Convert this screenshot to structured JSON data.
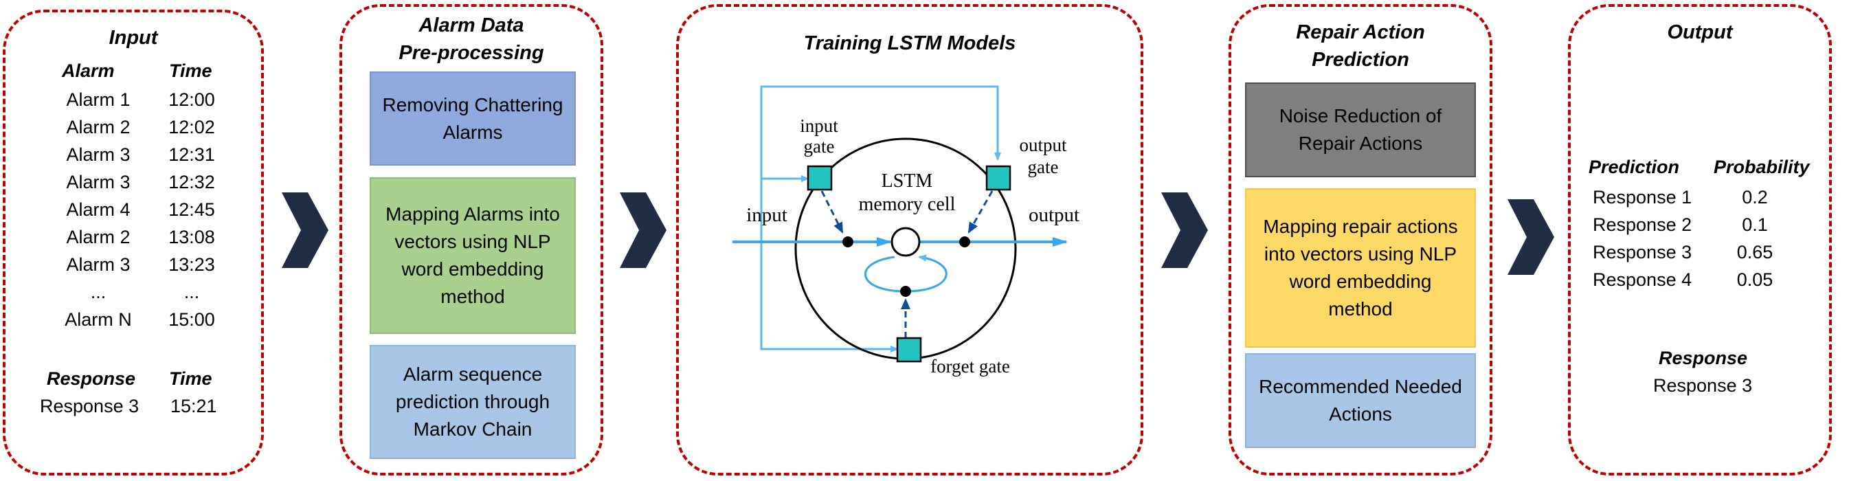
{
  "colors": {
    "border": "#c00000",
    "arrow": "#1f2e45",
    "blue": "#8ea9db",
    "green": "#a9d18e",
    "lightblue": "#a8c6e8",
    "gray": "#7f7f7f",
    "orange": "#ffd966",
    "diagram_line": "#5bb8f0",
    "gate_fill": "#22c5c2",
    "dashed_arrow": "#0d4f94"
  },
  "input": {
    "title": "Input",
    "alarm_header": "Alarm",
    "time_header": "Time",
    "rows": [
      {
        "alarm": "Alarm 1",
        "time": "12:00"
      },
      {
        "alarm": "Alarm 2",
        "time": "12:02"
      },
      {
        "alarm": "Alarm 3",
        "time": "12:31"
      },
      {
        "alarm": "Alarm 3",
        "time": "12:32"
      },
      {
        "alarm": "Alarm 4",
        "time": "12:45"
      },
      {
        "alarm": "Alarm 2",
        "time": "13:08"
      },
      {
        "alarm": "Alarm 3",
        "time": "13:23"
      },
      {
        "alarm": "...",
        "time": "..."
      },
      {
        "alarm": "Alarm N",
        "time": "15:00"
      }
    ],
    "response_header": "Response",
    "response_time_header": "Time",
    "response": "Response 3",
    "response_time": "15:21"
  },
  "preprocessing": {
    "title_line1": "Alarm Data",
    "title_line2": "Pre-processing",
    "box1": "Removing Chattering Alarms",
    "box2": "Mapping Alarms into vectors using NLP word embedding method",
    "box3": "Alarm sequence prediction through Markov Chain"
  },
  "training": {
    "title": "Training LSTM Models",
    "input_gate_1": "input",
    "input_gate_2": "gate",
    "output_gate_1": "output",
    "output_gate_2": "gate",
    "cell_1": "LSTM",
    "cell_2": "memory cell",
    "input": "input",
    "output": "output",
    "forget_gate": "forget gate"
  },
  "repair": {
    "title_line1": "Repair Action",
    "title_line2": "Prediction",
    "box1": "Noise Reduction of Repair Actions",
    "box2": "Mapping repair actions into vectors using NLP word embedding method",
    "box3": "Recommended Needed Actions"
  },
  "output": {
    "title": "Output",
    "prediction_header": "Prediction",
    "probability_header": "Probability",
    "rows": [
      {
        "prediction": "Response 1",
        "probability": "0.2"
      },
      {
        "prediction": "Response 2",
        "probability": "0.1"
      },
      {
        "prediction": "Response 3",
        "probability": "0.65"
      },
      {
        "prediction": "Response 4",
        "probability": "0.05"
      }
    ],
    "response_header": "Response",
    "response": "Response 3"
  }
}
